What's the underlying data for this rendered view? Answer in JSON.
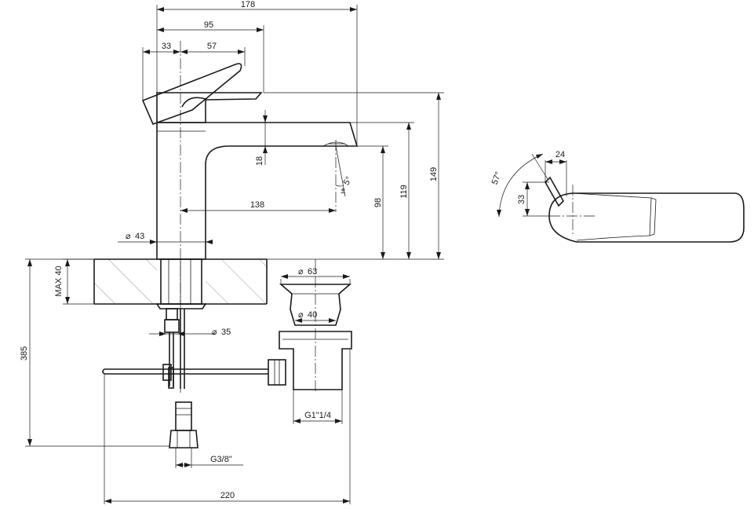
{
  "dimensions": {
    "overall_depth": "178",
    "lever_reach": "95",
    "lever_back": "33",
    "lever_front": "57",
    "spout_thickness": "18",
    "outlet_angle": "5°",
    "spout_reach": "138",
    "body_diameter": "43",
    "spout_height": "98",
    "outlet_height": "119",
    "total_height": "149",
    "max_deck": "MAX 40",
    "shank_diameter": "35",
    "flexible_length": "385",
    "waste_diameter": "63",
    "plug_diameter": "40",
    "waste_thread": "G1\"1/4",
    "connector_thread": "G3/8\"",
    "rod_length": "220"
  },
  "plan_view": {
    "lever_angle": "57°",
    "lever_width": "24",
    "lever_offset": "33"
  }
}
